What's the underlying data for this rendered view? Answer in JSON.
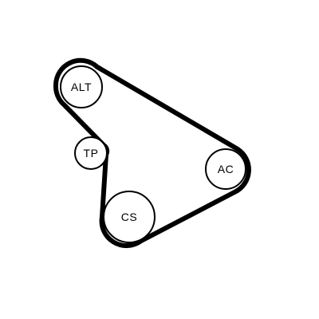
{
  "diagram": {
    "belt_color": "#000000",
    "pulley_fill": "#ffffff",
    "pulley_stroke": "#000000",
    "pulleys": {
      "alternator": {
        "label": "ALT"
      },
      "tensioner": {
        "label": "TP"
      },
      "ac_compressor": {
        "label": "AC"
      },
      "crankshaft": {
        "label": "CS"
      }
    }
  }
}
